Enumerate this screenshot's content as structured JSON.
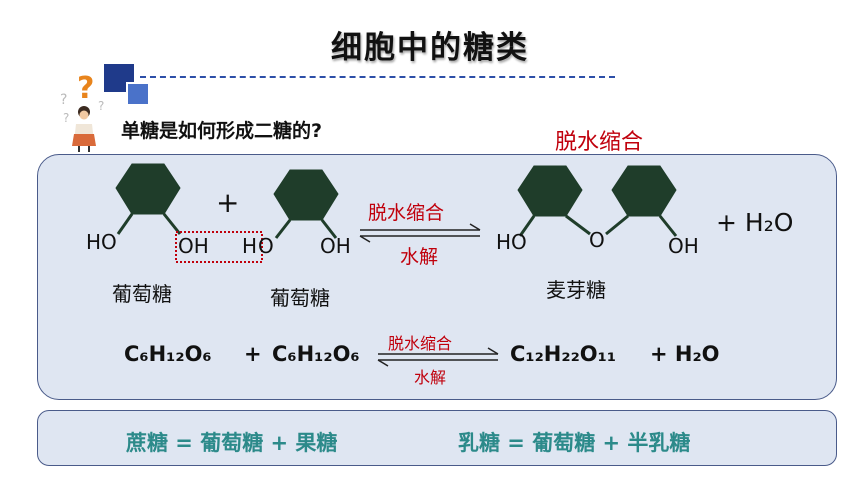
{
  "title": "细胞中的糖类",
  "question": "单糖是如何形成二糖的?",
  "top_label": "脱水缩合",
  "diagram": {
    "plus": "+",
    "oh_label": "HO",
    "oh_right": "OH",
    "oh_boxed": "OH",
    "h_boxed": "H",
    "o_bridge": "O",
    "glucose_label": "葡萄糖",
    "maltose_label": "麦芽糖",
    "arrow_forward": "脱水缩合",
    "arrow_backward": "水解",
    "water": "+ H₂O"
  },
  "formula": {
    "glucose_1": "C₆H₁₂O₆",
    "plus_1": "+",
    "glucose_2": "C₆H₁₂O₆",
    "maltose": "C₁₂H₂₂O₁₁",
    "plus_water": "+ H₂O",
    "arrow_forward": "脱水缩合",
    "arrow_backward": "水解"
  },
  "equations": {
    "sucrose": "蔗糖 = 葡萄糖 + 果糖",
    "lactose": "乳糖 = 葡萄糖 + 半乳糖"
  },
  "colors": {
    "hexagon": "#1f3d2a",
    "red": "#c0000c",
    "teal": "#2c8a8a",
    "panel": "#dfe6f2",
    "panel_border": "#4a5b8a",
    "deco_blue": "#1f3a8a"
  },
  "icons": {
    "thinking_person": "person-with-question-marks-icon"
  }
}
